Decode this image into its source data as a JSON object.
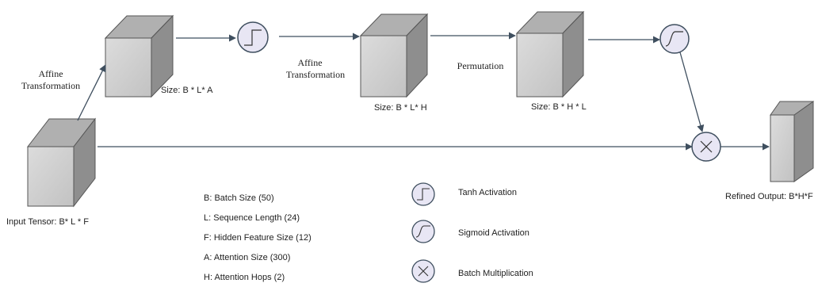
{
  "labels": {
    "affine_1": [
      "Affine",
      "Transformation"
    ],
    "affine_2": [
      "Affine",
      "Transformation"
    ],
    "permutation": "Permutation",
    "input_tensor": "Input Tensor: B* L * F",
    "size_a": "Size: B * L* A",
    "size_h": "Size: B * L* H",
    "size_hl": "Size: B * H * L",
    "refined_output": "Refined Output: B*H*F"
  },
  "legend": {
    "definitions": [
      "B: Batch Size (50)",
      "L: Sequence Length (24)",
      "F: Hidden Feature Size (12)",
      "A: Attention Size (300)",
      "H: Attention Hops (2)"
    ],
    "symbols": [
      {
        "icon": "tanh-icon",
        "label": "Tanh Activation"
      },
      {
        "icon": "sigmoid-icon",
        "label": "Sigmoid Activation"
      },
      {
        "icon": "multiply-icon",
        "label": "Batch Multiplication"
      }
    ]
  },
  "colors": {
    "cube_front": "#cfcfcf",
    "cube_top": "#b0b0b0",
    "cube_side": "#8e8e8e",
    "cube_stroke": "#555555",
    "node_fill": "#e8e6f4",
    "node_stroke": "#3f4f5f",
    "arrow": "#3f4f5f"
  }
}
